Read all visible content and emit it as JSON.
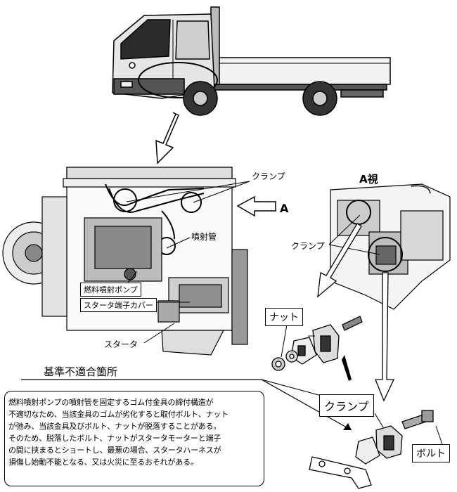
{
  "labels": {
    "clamp_top": "クランプ",
    "view_a_marker": "A",
    "injection_pipe": "噴射管",
    "fuel_pump": "燃料噴射ポンプ",
    "starter_cover": "スタータ端子カバー",
    "starter": "スタータ",
    "view_a_title": "A視",
    "clamp_side": "クランプ",
    "nut": "ナット",
    "clamp_parts": "クランプ",
    "bolt": "ボルト"
  },
  "section_title": "基準不適合箇所",
  "note_text": "燃料噴射ポンプの噴射管を固定するゴム付金具の締付構造が\n不適切なため、当該金具のゴムが劣化すると取付ボルト、ナット\nが弛み、当該金具及びボルト、ナットが脱落することがある。\nそのため、脱落したボルト、ナットがスタータモーターと端子\nの間に挟まるとショートし、最悪の場合、スタータハーネスが\n損傷し始動不能となる、又は火災に至るおそれがある。",
  "colors": {
    "ink": "#000000",
    "paper": "#ffffff",
    "shade": "#b9b9b9",
    "dark": "#3a3a3a"
  }
}
